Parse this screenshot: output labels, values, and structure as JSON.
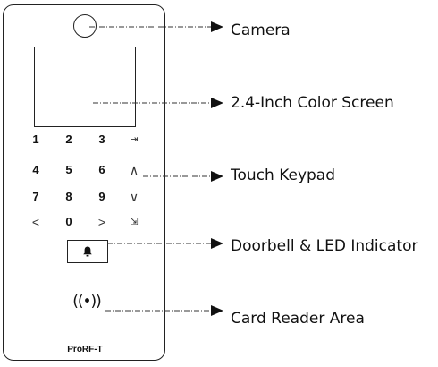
{
  "device": {
    "model": "ProRF-T",
    "keypad": [
      [
        "1",
        "2",
        "3",
        "⇥"
      ],
      [
        "4",
        "5",
        "6",
        "∧"
      ],
      [
        "7",
        "8",
        "9",
        "∨"
      ],
      [
        "<",
        "0",
        ">",
        "⇲"
      ]
    ],
    "card_reader_symbol": "((•))",
    "bell_icon": "bell-icon"
  },
  "callouts": [
    {
      "label": "Camera"
    },
    {
      "label": "2.4-Inch Color Screen"
    },
    {
      "label": "Touch Keypad"
    },
    {
      "label": "Doorbell & LED Indicator"
    },
    {
      "label": "Card Reader Area"
    }
  ]
}
